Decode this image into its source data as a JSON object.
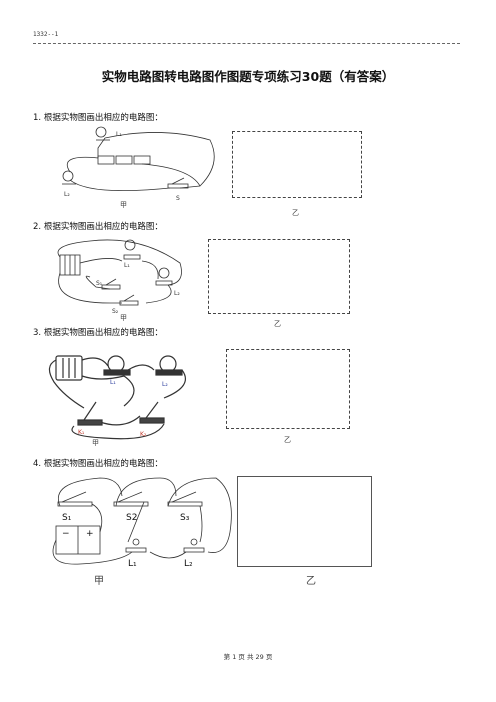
{
  "header": {
    "code": "1332--1"
  },
  "title": "实物电路图转电路图作图题专项练习30题（有答案）",
  "questions": [
    {
      "number": "1.",
      "text": "根据实物图画出相应的电路图：",
      "label_left": "甲",
      "label_right": "乙",
      "parts": {
        "l1": "L₁",
        "l2": "L₂",
        "s": "S"
      }
    },
    {
      "number": "2.",
      "text": "根据实物图画出相应的电路图：",
      "label_left": "甲",
      "label_right": "乙",
      "parts": {
        "l1": "L₁",
        "l2": "L₂",
        "s1": "S₁",
        "s2": "S₂"
      }
    },
    {
      "number": "3.",
      "text": "根据实物图画出相应的电路图：",
      "label_left": "甲",
      "label_right": "乙",
      "parts": {
        "l1": "L₁",
        "l2": "L₂",
        "k1": "K₁",
        "k2": "K₂"
      }
    },
    {
      "number": "4.",
      "text": "根据实物图画出相应的电路图：",
      "label_left": "甲",
      "label_right": "乙",
      "parts": {
        "s1": "S₁",
        "s2": "S2",
        "s3": "S₃",
        "l1": "L₁",
        "l2": "L₂",
        "minus": "−",
        "plus": "+"
      }
    }
  ],
  "footer": "第 1 页 共 29 页"
}
